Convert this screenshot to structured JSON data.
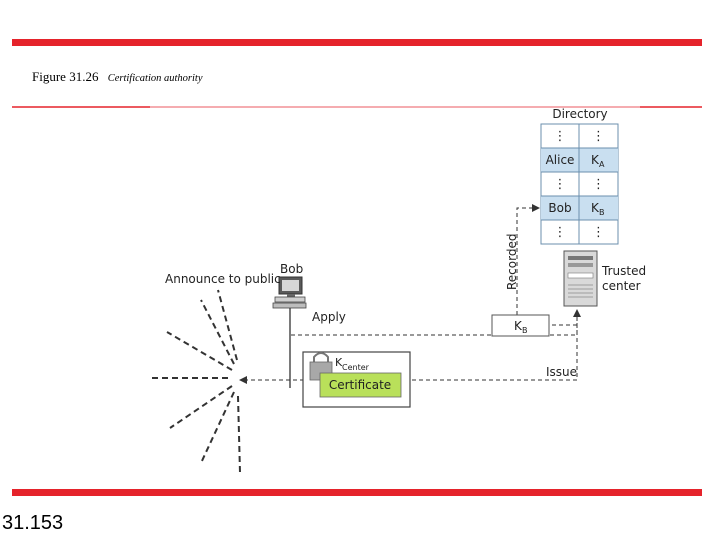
{
  "figure": {
    "number": "Figure 31.26",
    "title": "Certification authority"
  },
  "page_number": "31.153",
  "diagram": {
    "directory": {
      "title": "Directory",
      "rows": [
        {
          "name": "⋮",
          "key": "⋮",
          "sub": ""
        },
        {
          "name": "Alice",
          "key": "K",
          "sub": "A"
        },
        {
          "name": "⋮",
          "key": "⋮",
          "sub": ""
        },
        {
          "name": "Bob",
          "key": "K",
          "sub": "B"
        },
        {
          "name": "⋮",
          "key": "⋮",
          "sub": ""
        }
      ]
    },
    "trusted_center": {
      "line1": "Trusted",
      "line2": "center"
    },
    "bob_label": "Bob",
    "announce_label": "Announce to public",
    "recorded_label": "Recorded",
    "apply_label": "Apply",
    "issue_label": "Issue",
    "key_box": {
      "main": "K",
      "sub": "B"
    },
    "certificate": {
      "key_main": "K",
      "key_sub": "Center",
      "label": "Certificate"
    },
    "colors": {
      "accent_red": "#e5232b",
      "directory_fill": "#c9dff0",
      "certificate_green": "#b9e05a"
    }
  }
}
